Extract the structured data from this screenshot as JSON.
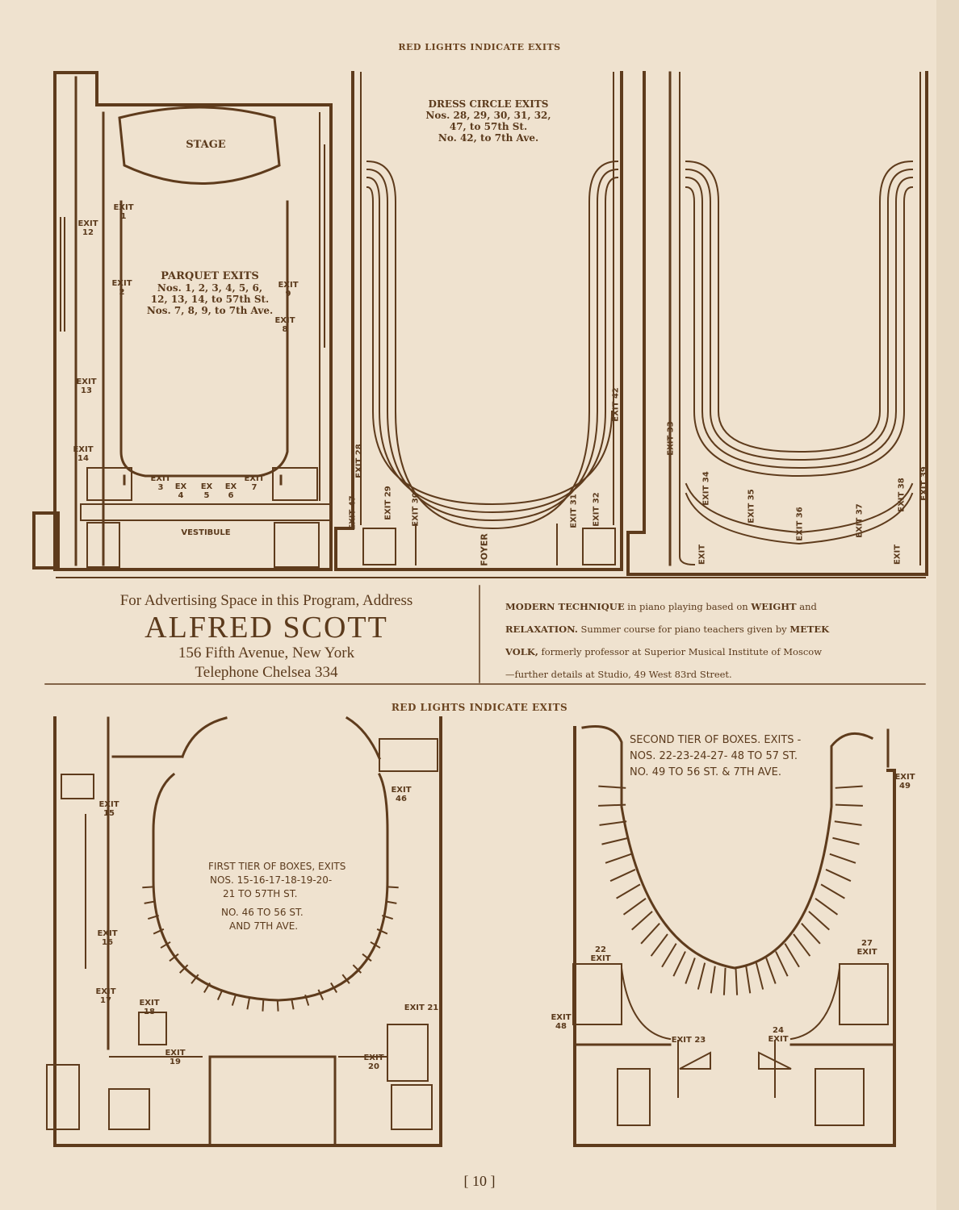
{
  "top_header": "RED LIGHTS INDICATE EXITS",
  "middle_header": "RED LIGHTS INDICATE EXITS",
  "parquet": {
    "stage": "STAGE",
    "vestibule": "VESTIBULE",
    "title": "PARQUET EXITS",
    "line1": "Nos. 1, 2, 3, 4, 5, 6,",
    "line2": "12, 13, 14, to 57th St.",
    "line3": "Nos. 7, 8, 9, to 7th Ave.",
    "exits": {
      "e1": "EXIT 1",
      "e2": "EXIT 2",
      "e12": "EXIT 12",
      "e13": "EXIT 13",
      "e14": "EXIT 14",
      "e9": "EXIT 9",
      "e8": "EXIT 8",
      "e3": "EXIT 3",
      "e4": "EX 4",
      "e5": "EX 5",
      "e6": "EX 6",
      "e7": "EXIT 7"
    }
  },
  "dress_circle": {
    "title": "DRESS CIRCLE EXITS",
    "line1": "Nos. 28, 29, 30, 31, 32,",
    "line2": "47, to 57th St.",
    "line3": "No. 42, to 7th Ave.",
    "foyer": "FOYER",
    "exits": {
      "e28": "EXIT 28",
      "e47": "EXIT 47",
      "e29": "EXIT 29",
      "e30": "EXIT 30",
      "e31": "EXIT 31",
      "e32": "EXIT 32",
      "e42": "EXIT 42"
    }
  },
  "balcony": {
    "exits": {
      "e33": "EXIT 33",
      "e34": "EXIT 34",
      "e35": "EXIT 35",
      "e36": "EXIT 36",
      "e37": "EXIT 37",
      "e38": "EXIT 38",
      "e39": "EXIT 39",
      "ea": "EXIT",
      "eb": "EXIT"
    }
  },
  "ad_left": {
    "line1": "For Advertising Space in this Program, Address",
    "name": "ALFRED SCOTT",
    "address": "156 Fifth Avenue, New York",
    "phone": "Telephone Chelsea 334"
  },
  "ad_right": {
    "b1": "MODERN TECHNIQUE",
    "t1": " in piano playing based on ",
    "b2": "WEIGHT",
    "t2": " and",
    "b3": "RELAXATION.",
    "t3": " Summer course for piano teachers given by ",
    "b4": "METEK",
    "b5": "VOLK,",
    "t4": " formerly professor at Superior Musical Institute of Moscow",
    "t5": "—further details at Studio, 49 West 83rd Street."
  },
  "first_tier": {
    "line1": "FIRST TIER OF BOXES, EXITS",
    "line2": "NOS. 15-16-17-18-19-20-",
    "line3": "21 TO 57TH ST.",
    "line4": "NO. 46 TO 56 ST.",
    "line5": "AND 7TH AVE.",
    "exits": {
      "e15": "EXIT 15",
      "e16": "EXIT 16",
      "e17": "EXIT 17",
      "e18": "EXIT 18",
      "e19": "EXIT 19",
      "e20": "EXIT 20",
      "e21": "EXIT 21",
      "e46": "EXIT 46"
    }
  },
  "second_tier": {
    "line1": "SECOND TIER OF BOXES. EXITS -",
    "line2": "NOS. 22-23-24-27- 48 TO 57 ST.",
    "line3": "NO. 49 TO 56 ST. & 7TH AVE.",
    "exits": {
      "e49": "EXIT 49",
      "e22": "22 EXIT",
      "e27": "27 EXIT",
      "e48": "EXIT 48",
      "e23": "EXIT 23",
      "e24": "24 EXIT"
    }
  },
  "page_number": "[ 10 ]"
}
